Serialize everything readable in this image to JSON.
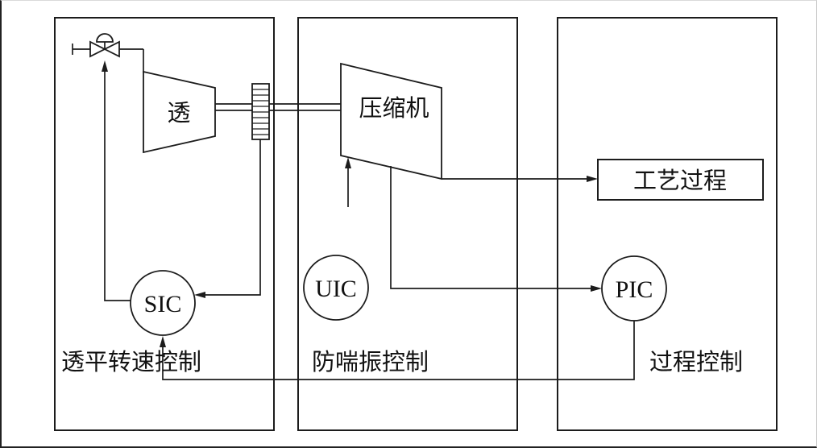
{
  "figure": {
    "panels": {
      "turbine_speed": {
        "caption": "透平转速控制",
        "turbine_label": "透",
        "controller_label": "SIC"
      },
      "anti_surge": {
        "caption": "防喘振控制",
        "compressor_label": "压缩机",
        "controller_label": "UIC"
      },
      "process": {
        "caption": "过程控制",
        "process_label": "工艺过程",
        "controller_label": "PIC"
      }
    },
    "colors": {
      "line": "#1c1c1c",
      "background": "#ffffff"
    }
  }
}
